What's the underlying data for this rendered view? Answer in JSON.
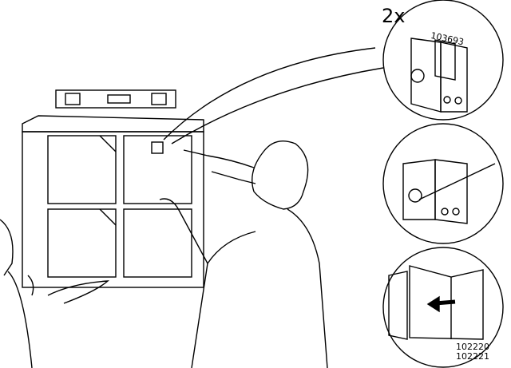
{
  "step": {
    "quantity_label": "2x",
    "detail_top_part_number": "103693",
    "detail_bottom_part_numbers": [
      "102220",
      "102221"
    ]
  },
  "colors": {
    "ink": "#000000",
    "paper": "#ffffff"
  }
}
